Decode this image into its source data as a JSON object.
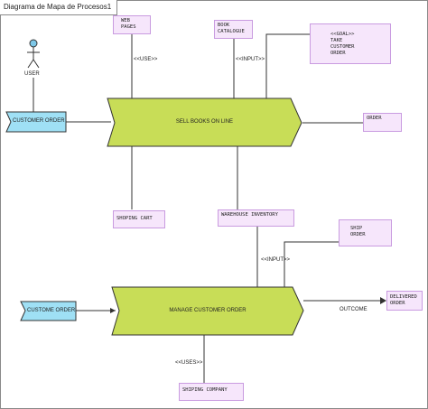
{
  "diagram": {
    "title": "Diagrama de Mapa de Procesos1",
    "actor": {
      "label": "USER"
    },
    "inputs": {
      "customer_order_top": "CUSTOMER ORDER",
      "customer_order_bottom": "CUSTOME ORDER"
    },
    "processes": {
      "sell": "SELL BOOKS ON LINE",
      "manage": "MANAGE CUSTOMER ORDER"
    },
    "notes": {
      "web_pages": "WEB\nPAGES",
      "book_catalogue": "BOOK\nCATALOGUE",
      "goal": "<<GOAL>>\nTAKE\nCUSTOMER\nORDER",
      "order": "ORDER",
      "shoping_cart": "SHOPING CART",
      "warehouse_inventory": "WAREHOUSE INVENTORY",
      "ship_order": "SHIP\nORDER",
      "delivered_order": "DELIVERED\nORDER",
      "shiping_company": "SHIPING COMPANY"
    },
    "labels": {
      "use": "<<USE>>",
      "input_top": "<<INPUT>>",
      "input_bottom": "<<INPUT>>",
      "uses": "<<USES>>",
      "outcome": "OUTCOME"
    }
  }
}
